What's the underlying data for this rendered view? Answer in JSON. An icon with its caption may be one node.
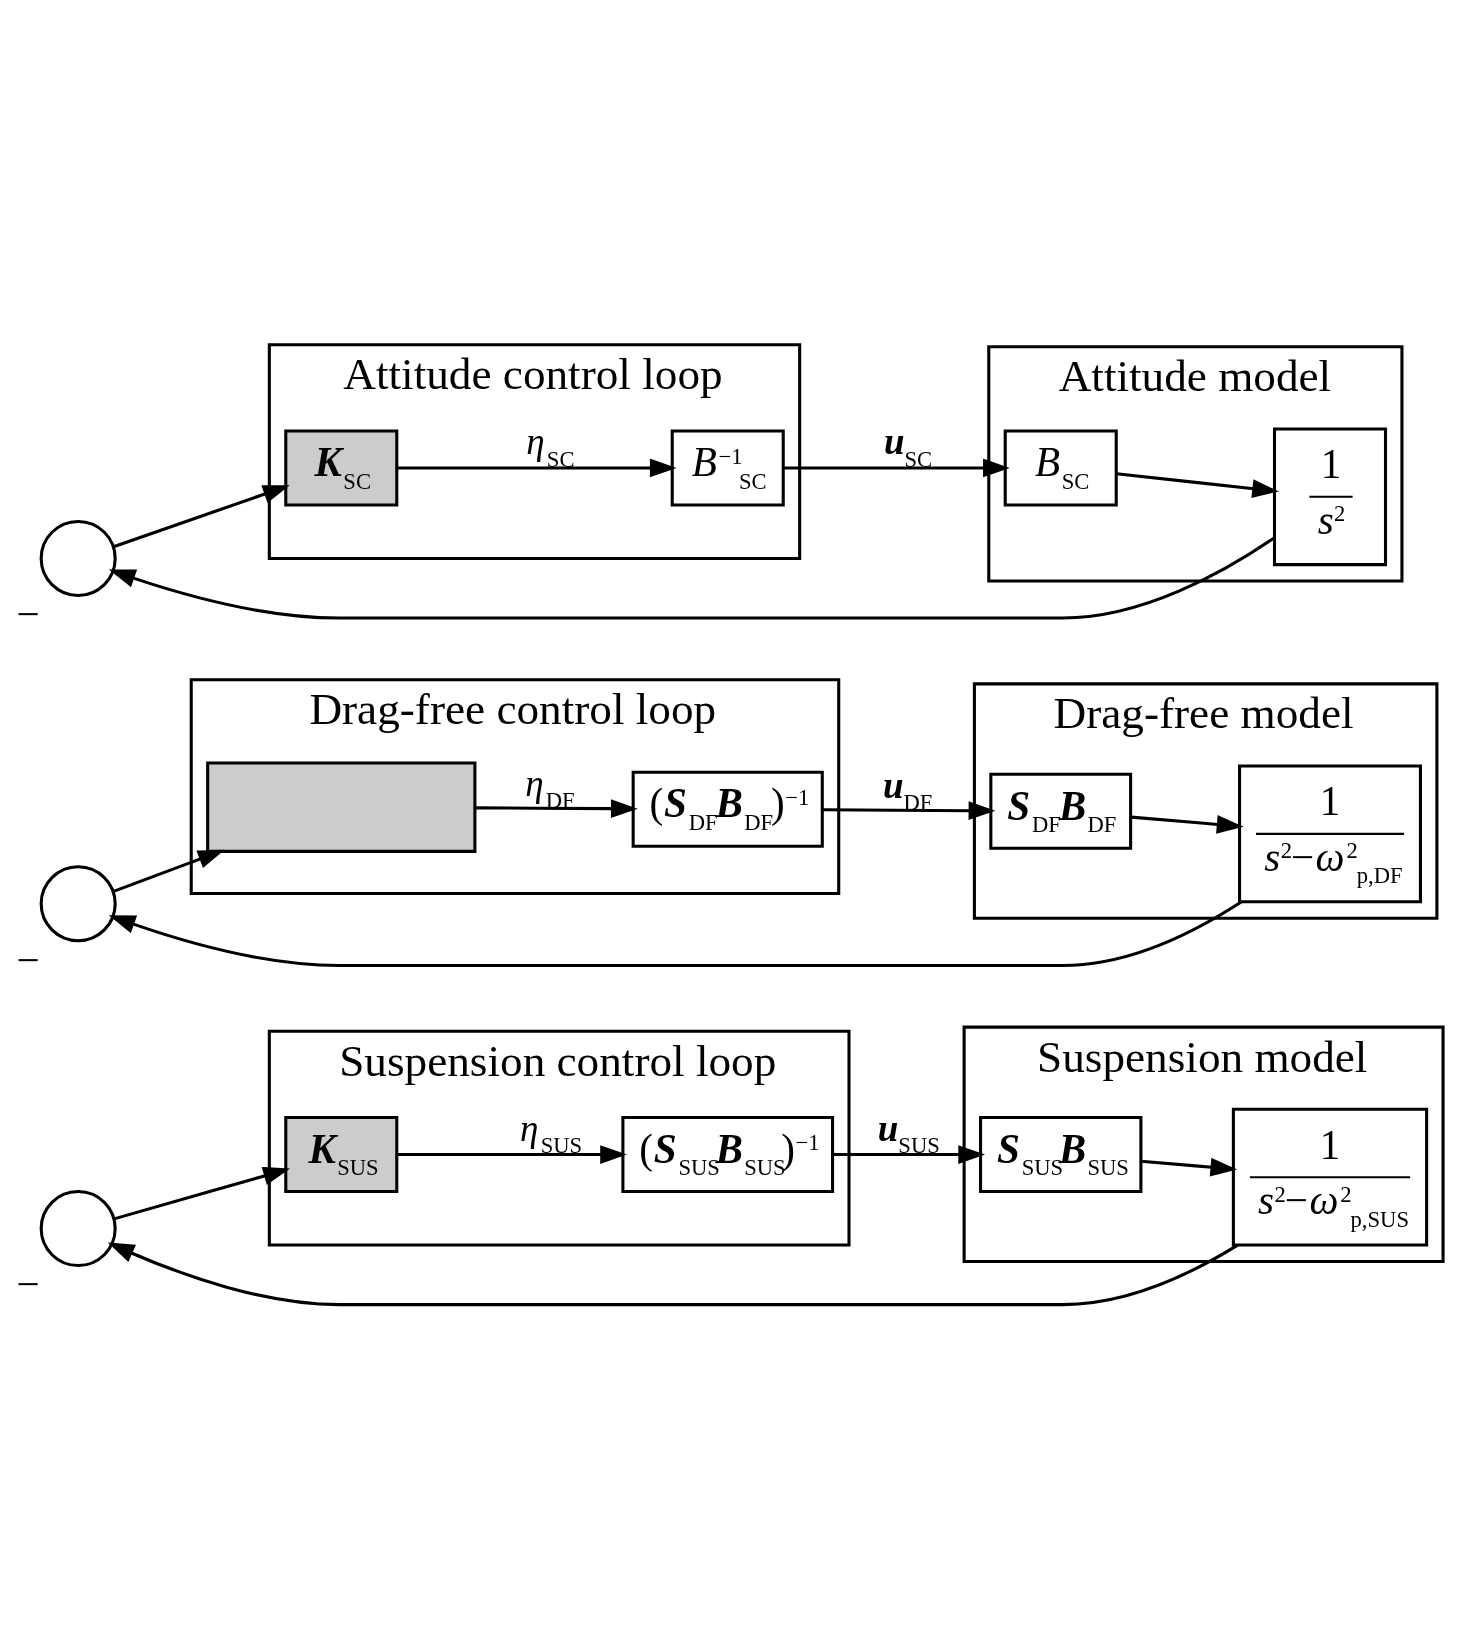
{
  "diagram": {
    "nodes": [
      {
        "text": [
          "Attitude model"
        ]
      },
      {
        "text": [
          "*B*$_{SC}$"
        ],
        "in": 0
      },
      {
        "text": [
          "1",
          "*s*$^{2}$"
        ],
        "in": 0
      },
      {
        "text": [
          "Attitude control loop"
        ]
      },
      {
        "text": [
          "*B*$^{−1}$$_{SC}$"
        ],
        "in": 3
      },
      {
        "text": [
          "**K**$_{SC}$"
        ],
        "in": 3
      },
      {
        "text": [],
        "shape": "circle",
        "beside": [
          "−"
        ]
      },
      {
        "text": [
          "Drag-free model"
        ]
      },
      {
        "text": [
          "**S**$_{DF}$**B**$_{DF}$"
        ],
        "in": 7
      },
      {
        "text": [
          "1",
          "*s*$^{2}$−*ω*$^{2}$$_{p,DF}$"
        ],
        "in": 7
      },
      {
        "text": [
          "Drag-free control loop"
        ]
      },
      {
        "text": [
          "(**S**$_{DF}$**B**$_{DF}$)$^{−1}$"
        ],
        "in": 10
      },
      {
        "text": [],
        "shape": "box",
        "in": 10
      },
      {
        "text": [],
        "shape": "circle",
        "beside": [
          "−"
        ]
      },
      {
        "text": [
          "Suspension model"
        ]
      },
      {
        "text": [
          "**S**$_{SUS}$**B**$_{SUS}$"
        ],
        "in": 14
      },
      {
        "text": [
          "1",
          "*s*$^{2}$−*ω*$^{2}$$_{p,SUS}$"
        ],
        "in": 14
      },
      {
        "text": [
          "Suspension control loop"
        ]
      },
      {
        "text": [
          "(**S**$_{SUS}$**B**$_{SUS}$)$^{−1}$"
        ],
        "in": 17
      },
      {
        "text": [
          "**K**$_{SUS}$"
        ],
        "in": 17
      },
      {
        "text": [],
        "shape": "circle",
        "beside": [
          "−"
        ]
      }
    ],
    "edges": [
      {
        "from": 1,
        "to": 2,
        "arrow": "to"
      },
      {
        "from": 2,
        "to": 6,
        "arrow": "to"
      },
      {
        "from": 6,
        "to": 5,
        "arrow": "to"
      },
      {
        "from": 5,
        "to": 4,
        "arrow": "to",
        "label": "*η*$_{SC}$"
      },
      {
        "from": 4,
        "to": 1,
        "arrow": "to",
        "label": "**u**$_{SC}$"
      },
      {
        "from": 8,
        "to": 9,
        "arrow": "to"
      },
      {
        "from": 9,
        "to": 13,
        "arrow": "to"
      },
      {
        "from": 13,
        "to": 12,
        "arrow": "to"
      },
      {
        "from": 12,
        "to": 11,
        "arrow": "to",
        "label": "*η*$_{DF}$"
      },
      {
        "from": 11,
        "to": 8,
        "arrow": "to",
        "label": "**u**$_{DF}$"
      },
      {
        "from": 15,
        "to": 16,
        "arrow": "to"
      },
      {
        "from": 16,
        "to": 20,
        "arrow": "to"
      },
      {
        "from": 20,
        "to": 19,
        "arrow": "to"
      },
      {
        "from": 19,
        "to": 18,
        "arrow": "to",
        "label": "*η*$_{SUS}$"
      },
      {
        "from": 18,
        "to": 15,
        "arrow": "to",
        "label": "**u**$_{SUS}$"
      }
    ]
  }
}
